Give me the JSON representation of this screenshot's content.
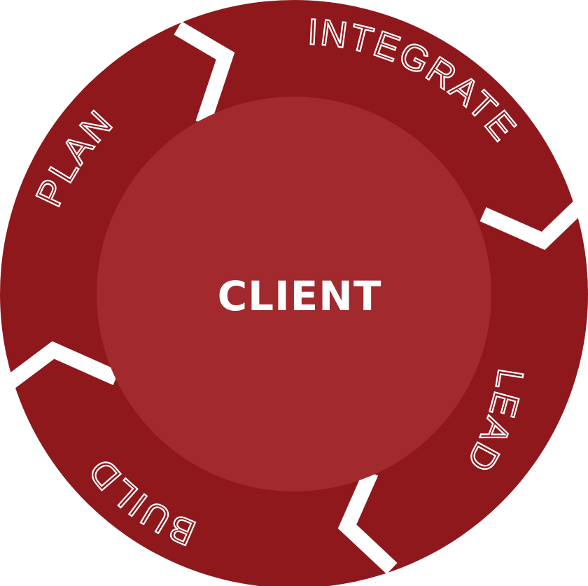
{
  "diagram": {
    "center": {
      "label": "CLIENT"
    },
    "stages": [
      {
        "id": "plan",
        "label": "PLAN"
      },
      {
        "id": "integrate",
        "label": "INTEGRATE"
      },
      {
        "id": "lead",
        "label": "LEAD"
      },
      {
        "id": "build",
        "label": "BUILD"
      }
    ],
    "colors": {
      "ring": "#8e181c",
      "inner": "#a2292d",
      "separator": "#ffffff",
      "text": "#ffffff"
    }
  }
}
